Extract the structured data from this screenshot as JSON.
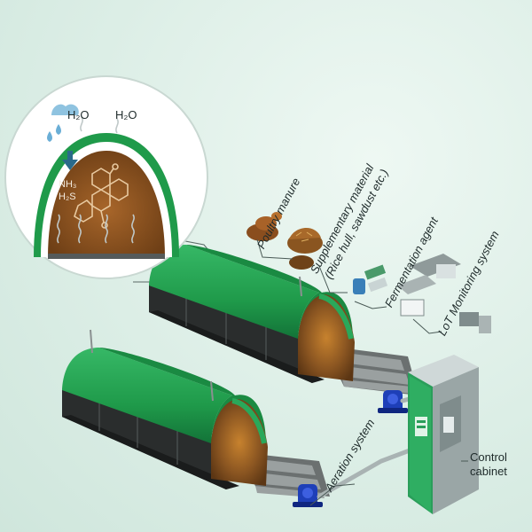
{
  "inset": {
    "vapor_left": "H₂O",
    "vapor_right": "H₂O",
    "gas_1": "NH₃",
    "gas_2": "H₂S"
  },
  "labels": {
    "poultry_manure": "Poultry manure",
    "supplementary_1": "Supplementary material",
    "supplementary_2": "(Rice hull, sawdust etc.)",
    "fermentation_agent": "Fermentation agent",
    "iot_monitoring": "LoT Monitoring system",
    "aeration_system": "Aeration system",
    "control_cabinet_1": "Control",
    "control_cabinet_2": "cabinet"
  },
  "colors": {
    "cover_green": "#1f9a4a",
    "cover_dark": "#137338",
    "compost_brown": "#7a4a1e",
    "blower_blue": "#1e3fb8",
    "cabinet_green": "#2a9e5a",
    "cabinet_grey": "#b9c4c4"
  }
}
